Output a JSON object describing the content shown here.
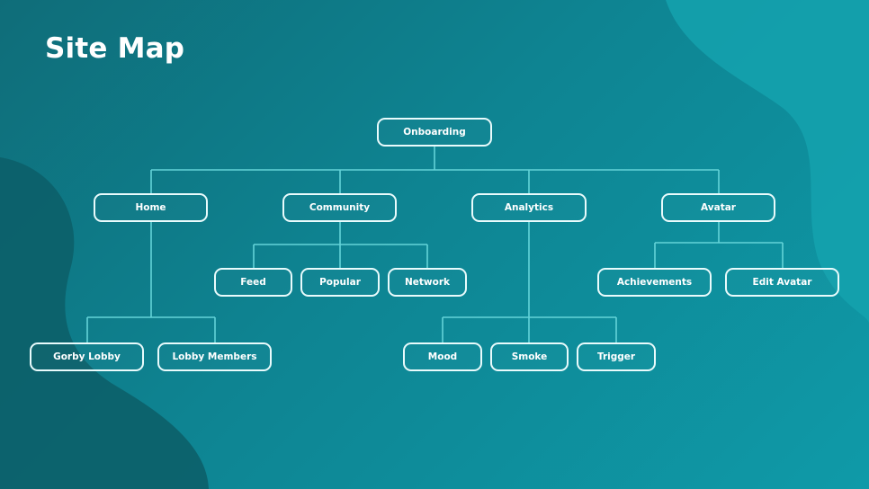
{
  "page": {
    "title": "Site Map"
  },
  "diagram": {
    "root": "Onboarding",
    "sections": [
      {
        "label": "Home",
        "children": [
          "Gorby Lobby",
          "Lobby Members"
        ]
      },
      {
        "label": "Community",
        "children": [
          "Feed",
          "Popular",
          "Network"
        ]
      },
      {
        "label": "Analytics",
        "children": [
          "Mood",
          "Smoke",
          "Trigger"
        ]
      },
      {
        "label": "Avatar",
        "children": [
          "Achievements",
          "Edit Avatar"
        ]
      }
    ]
  },
  "colors": {
    "background_start": "#0f6d79",
    "background_end": "#0f9aa8",
    "node_border": "#e9fbfc",
    "connector": "#63d3d8",
    "text": "#ffffff"
  }
}
